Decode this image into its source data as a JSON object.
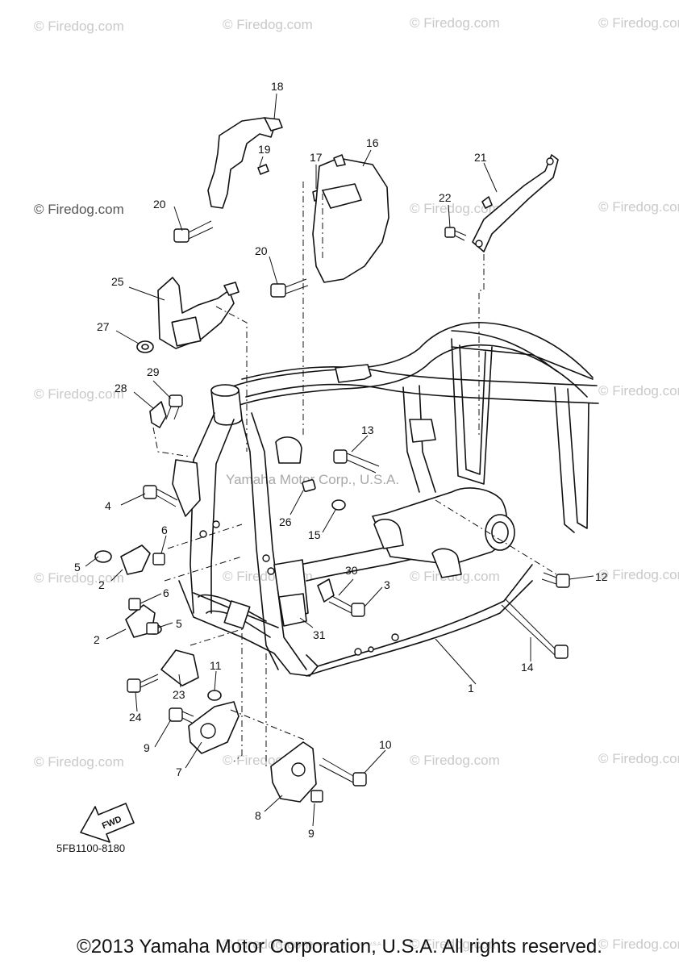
{
  "watermark": "© Firedog.com",
  "center_watermark": "Yamaha Motor Corp., U.S.A.",
  "small_copyright": "© 2009-2016 Yamaha Motor Corporation, U.S.A.",
  "diagram_code": "5FB1100-8180",
  "fwd_label": "FWD",
  "copyright": "©2013 Yamaha Motor Corporation, U.S.A. All rights reserved.",
  "callouts": [
    "1",
    "2",
    "2",
    "3",
    "4",
    "5",
    "5",
    "6",
    "6",
    "7",
    "8",
    "9",
    "9",
    "10",
    "11",
    "12",
    "13",
    "14",
    "15",
    "16",
    "17",
    "18",
    "19",
    "20",
    "20",
    "21",
    "22",
    "23",
    "24",
    "25",
    "26",
    "27",
    "28",
    "29",
    "30",
    "31"
  ]
}
